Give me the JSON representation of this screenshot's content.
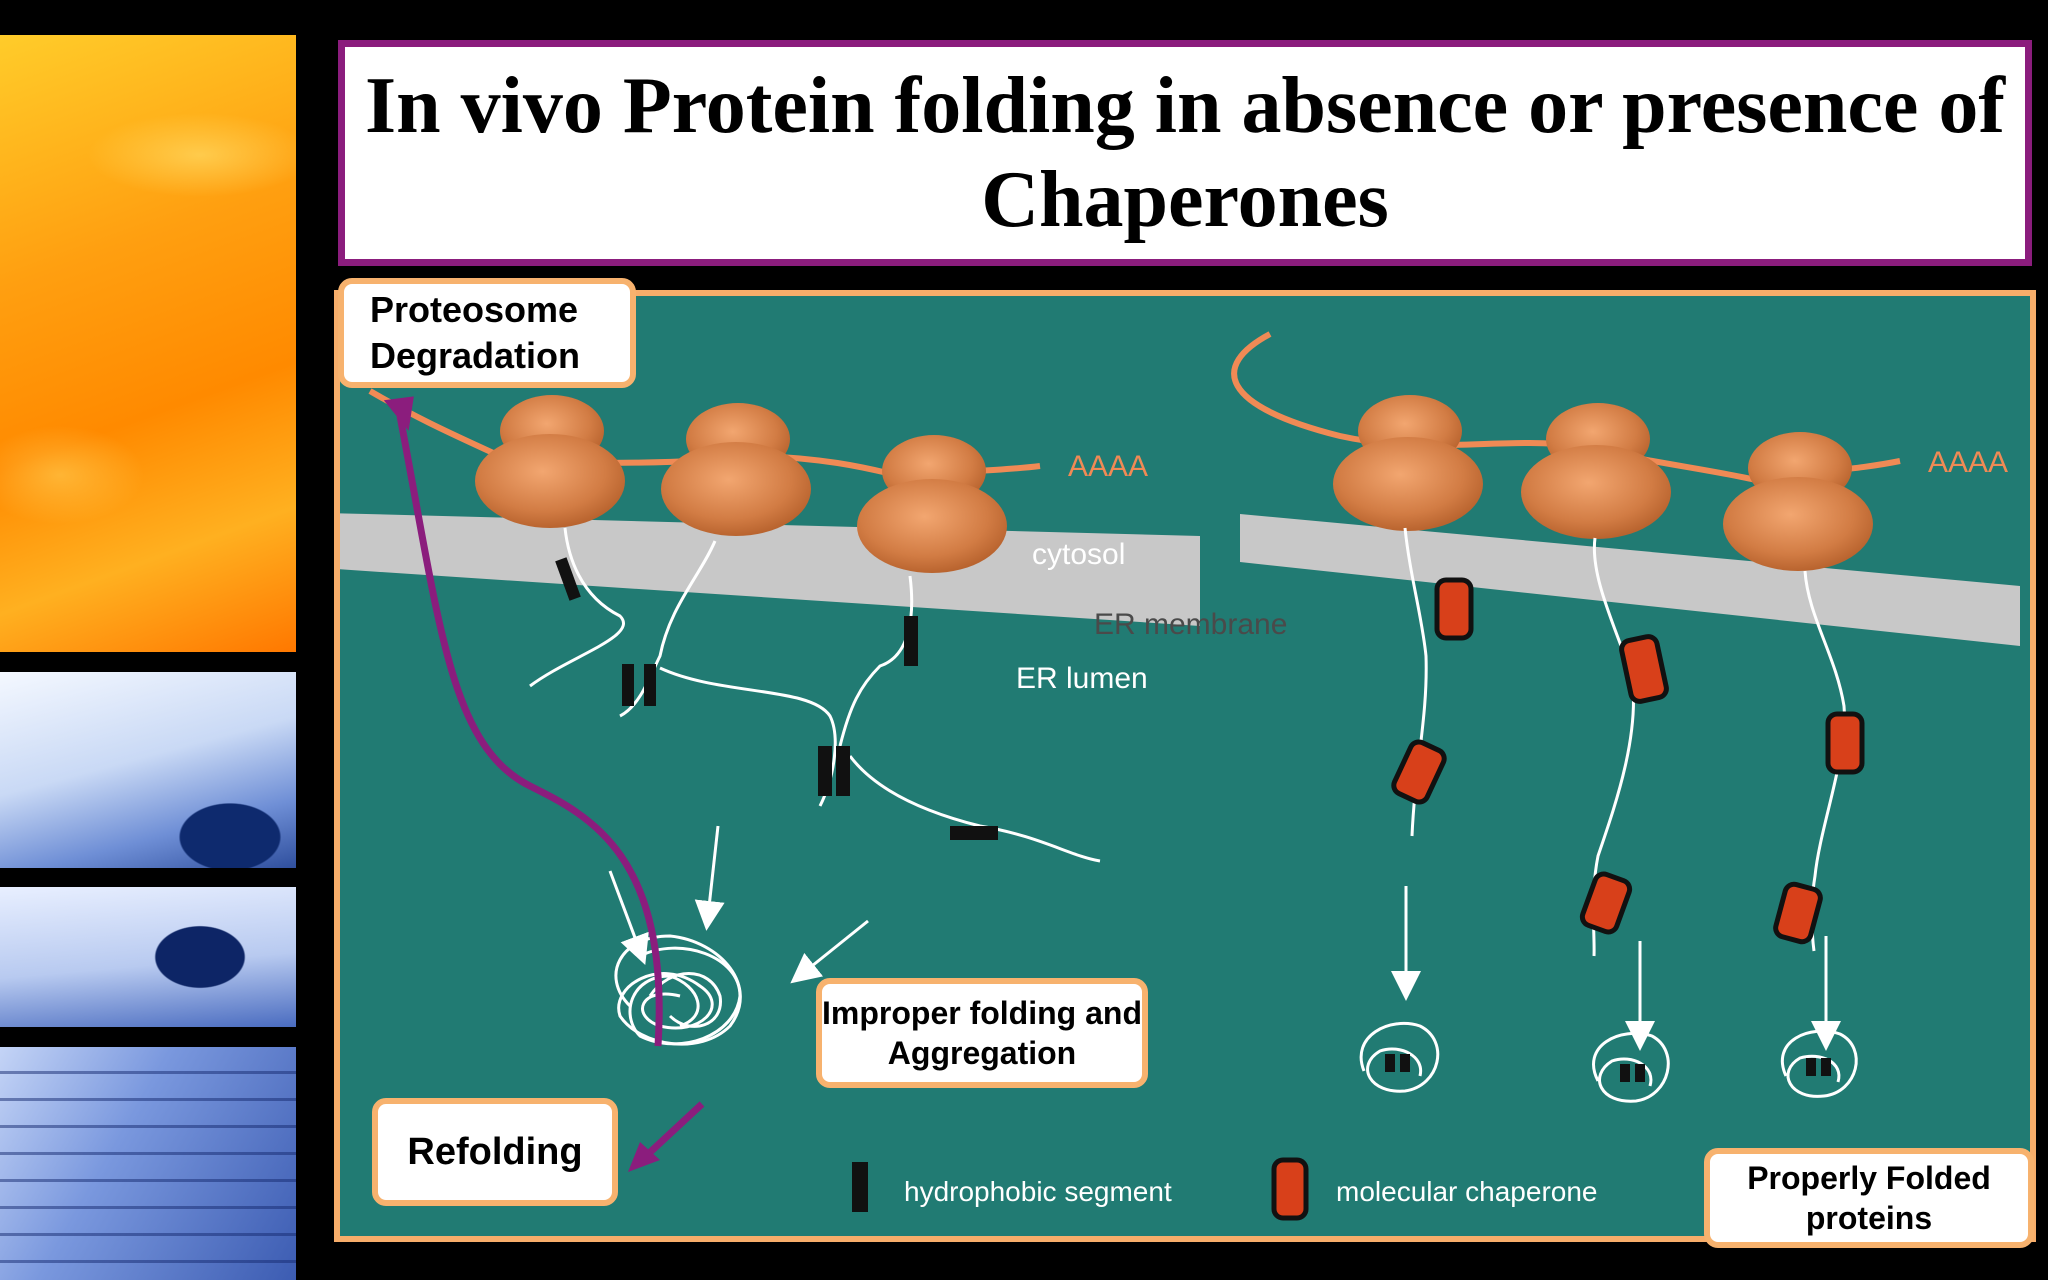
{
  "title": "In vivo Protein folding in absence or presence of Chaperones",
  "labels": {
    "aaaa_left": "AAAA",
    "aaaa_right": "AAAA",
    "cytosol": "cytosol",
    "er_membrane": "ER membrane",
    "er_lumen": "ER lumen"
  },
  "callouts": {
    "proteosome_degradation": "Proteosome Degradation",
    "improper_folding": "Improper folding and Aggregation",
    "refolding": "Refolding",
    "properly_folded": "Properly Folded proteins"
  },
  "legend": {
    "hydrophobic_segment": "hydrophobic segment",
    "molecular_chaperone": "molecular chaperone"
  },
  "colors": {
    "panel_background": "#217b73",
    "panel_border": "#f7ad6a",
    "title_border": "#8b1d7d",
    "ribosome": "#d9824a",
    "mrna": "#f08a55",
    "membrane": "#c8c8c8",
    "chaperone": "#d8401a",
    "arrow_purple": "#8b1d7d",
    "strand": "#ffffff"
  }
}
